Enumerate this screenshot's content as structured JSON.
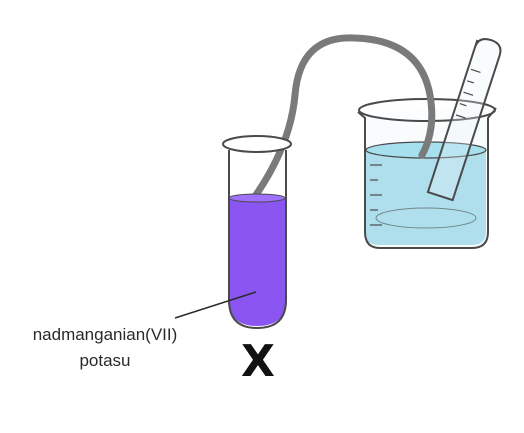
{
  "diagram": {
    "reagent_label_line1": "nadmanganian(VII)",
    "reagent_label_line2": "potasu",
    "tube_marker": "X",
    "colors": {
      "permanganate_solution": "#8a55f0",
      "beaker_water": "#7ccbe0",
      "delivery_tube": "#7a7a7a",
      "glass_outline": "#4a4a4a"
    }
  }
}
